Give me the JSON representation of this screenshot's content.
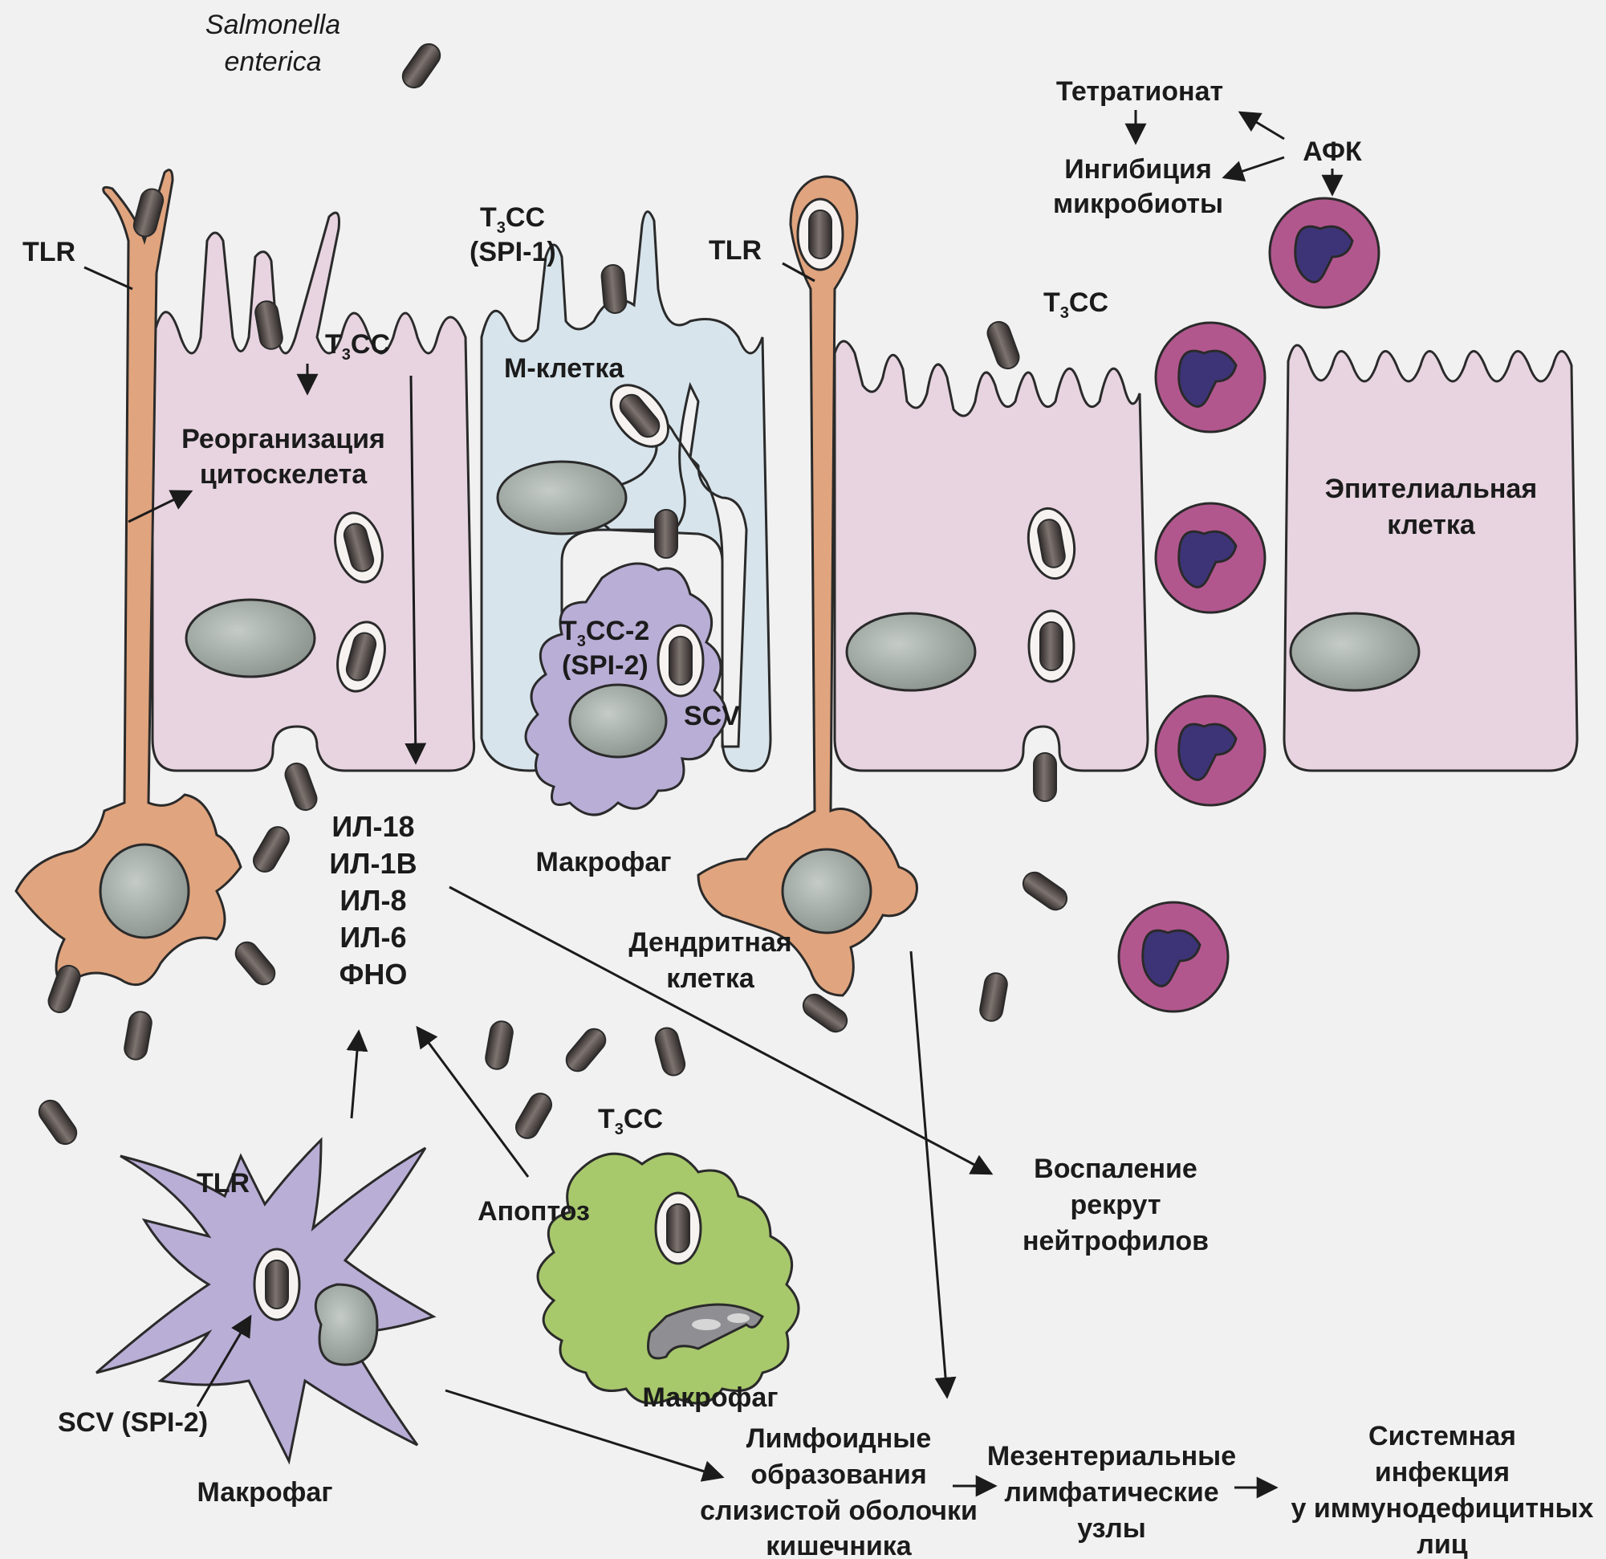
{
  "labels": {
    "salmonella_line1": "Salmonella",
    "salmonella_line2": "enterica",
    "tlr_left": "TLR",
    "tlr_middle": "TLR",
    "tlr_macrophage": "TLR",
    "t3cc_spi1_prefix": "T",
    "t3cc_spi1_sub": "3",
    "t3cc_spi1_suffix": "CC",
    "spi1": "(SPI-1)",
    "t3cc_left_prefix": "T",
    "t3cc_left_sub": "3",
    "t3cc_left_suffix": "CC",
    "t3cc_right_prefix": "T",
    "t3cc_right_sub": "3",
    "t3cc_right_suffix": "CC",
    "t3cc_bottom_prefix": "T",
    "t3cc_bottom_sub": "3",
    "t3cc_bottom_suffix": "CC",
    "t3cc2_prefix": "T",
    "t3cc2_sub": "3",
    "t3cc2_suffix": "CC-2",
    "spi2": "(SPI-2)",
    "scv": "SCV",
    "scv_spi2": "SCV (SPI-2)",
    "m_cell": "М-клетка",
    "reorg_line1": "Реорганизация",
    "reorg_line2": "цитоскелета",
    "epith_line1": "Эпителиальная",
    "epith_line2": "клетка",
    "tetrathionate": "Тетратионат",
    "inhib_line1": "Ингибиция",
    "inhib_line2": "микробиоты",
    "afk": "АФК",
    "cytokines": [
      "ИЛ-18",
      "ИЛ-1В",
      "ИЛ-8",
      "ИЛ-6",
      "ФНО"
    ],
    "macrophage_top": "Макрофаг",
    "macrophage_green": "Макрофаг",
    "macrophage_purple": "Макрофаг",
    "dendritic_line1": "Дендритная",
    "dendritic_line2": "клетка",
    "apoptosis": "Апоптоз",
    "inflam_line1": "Воспаление",
    "inflam_line2": "рекрут",
    "inflam_line3": "нейтрофилов",
    "lymphoid_line1": "Лимфоидные",
    "lymphoid_line2": "образования",
    "lymphoid_line3": "слизистой оболочки",
    "lymphoid_line4": "кишечника",
    "mesent_line1": "Мезентериальные",
    "mesent_line2": "лимфатические",
    "mesent_line3": "узлы",
    "system_line1": "Системная",
    "system_line2": "инфекция",
    "system_line3": "у иммунодефицитных",
    "system_line4": "лиц"
  },
  "colors": {
    "background": "#f1f1f1",
    "epithelial_fill": "#e7d4e0",
    "m_cell_fill": "#d7e4ec",
    "dendritic_fill": "#e0a47e",
    "macrophage_purple": "#b9aed6",
    "macrophage_green": "#a8c86c",
    "neutrophil_fill": "#b2578e",
    "neutrophil_nucleus": "#3d3478",
    "nucleus_fill": "#a9b0ac",
    "bacterium_fill": "#5a5250",
    "outline": "#2a2a2a"
  }
}
